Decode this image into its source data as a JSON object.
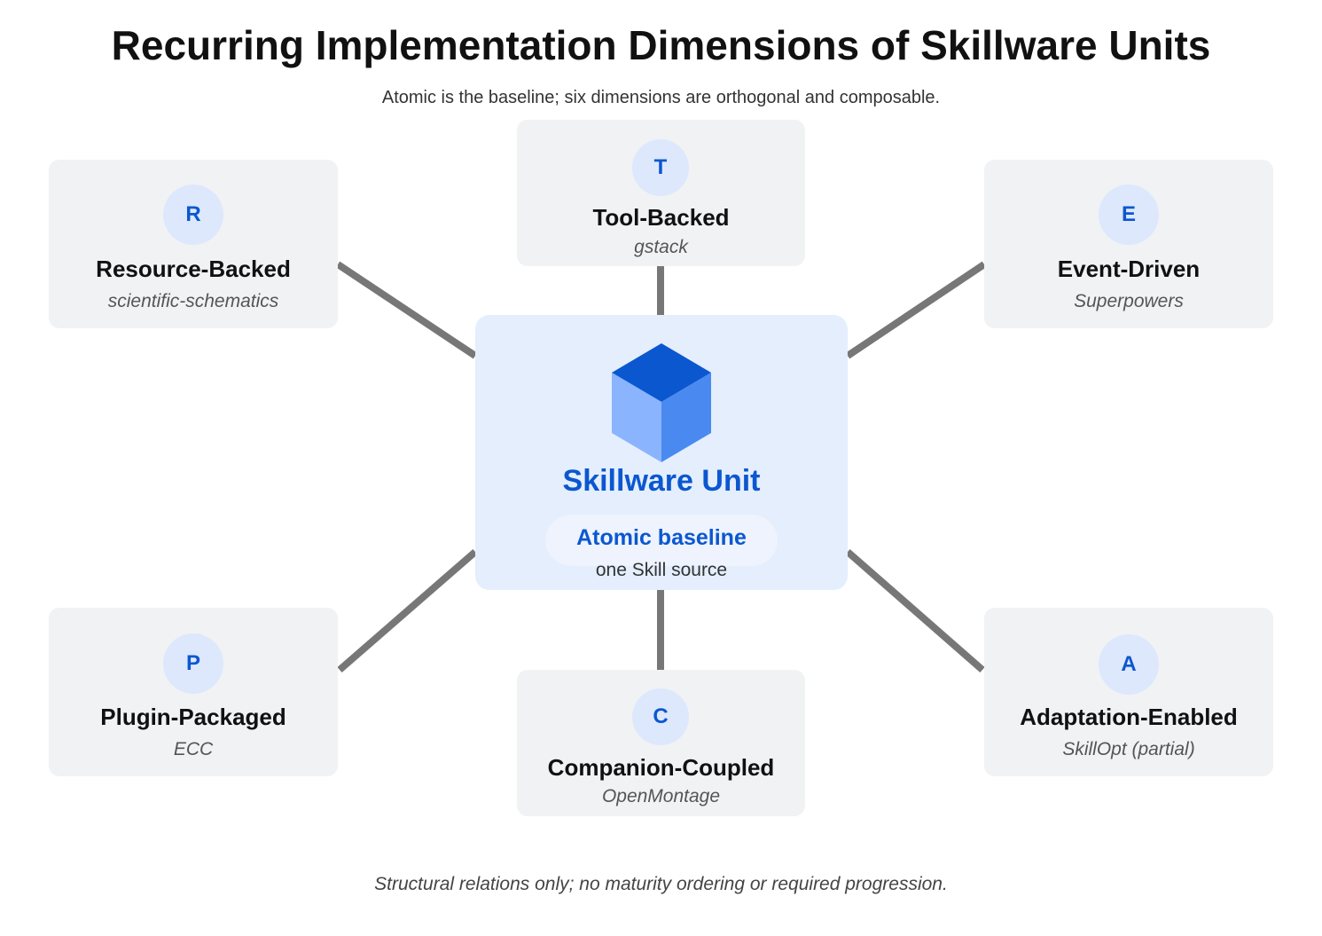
{
  "title": "Recurring Implementation Dimensions of Skillware Units",
  "subtitle": "Atomic is the baseline; six dimensions are orthogonal and composable.",
  "footer": "Structural relations only; no maturity ordering or required progression.",
  "center": {
    "title": "Skillware Unit",
    "baseline_label": "Atomic baseline",
    "baseline_sub": "one Skill source",
    "icon": "cube-icon"
  },
  "dimensions": {
    "resource": {
      "letter": "R",
      "label": "Resource-Backed",
      "example": "scientific-schematics"
    },
    "tool": {
      "letter": "T",
      "label": "Tool-Backed",
      "example": "gstack"
    },
    "event": {
      "letter": "E",
      "label": "Event-Driven",
      "example": "Superpowers"
    },
    "plugin": {
      "letter": "P",
      "label": "Plugin-Packaged",
      "example": "ECC"
    },
    "companion": {
      "letter": "C",
      "label": "Companion-Coupled",
      "example": "OpenMontage"
    },
    "adaptation": {
      "letter": "A",
      "label": "Adaptation-Enabled",
      "example": "SkillOpt (partial)"
    }
  },
  "colors": {
    "accent": "#0b57d0",
    "connector": "#777777",
    "card_bg": "#f1f2f4",
    "center_bg": "#e4eefd",
    "badge_bg": "#dde8fd"
  }
}
